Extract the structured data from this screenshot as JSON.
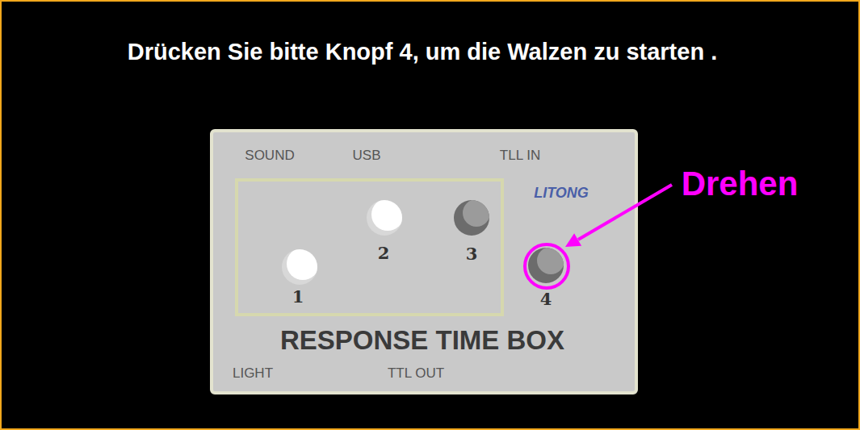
{
  "diagram": {
    "title": "Drücken Sie bitte Knopf 4, um die Walzen zu starten .",
    "nodes": [
      {
        "text": [
          "SOUND",
          "USB",
          "TLL IN",
          "LITONG",
          "RESPONSE TIME BOX",
          "LIGHT",
          "TTL OUT"
        ]
      }
    ],
    "labels": [
      "1",
      "2",
      "3",
      "4",
      "Drehen"
    ]
  }
}
